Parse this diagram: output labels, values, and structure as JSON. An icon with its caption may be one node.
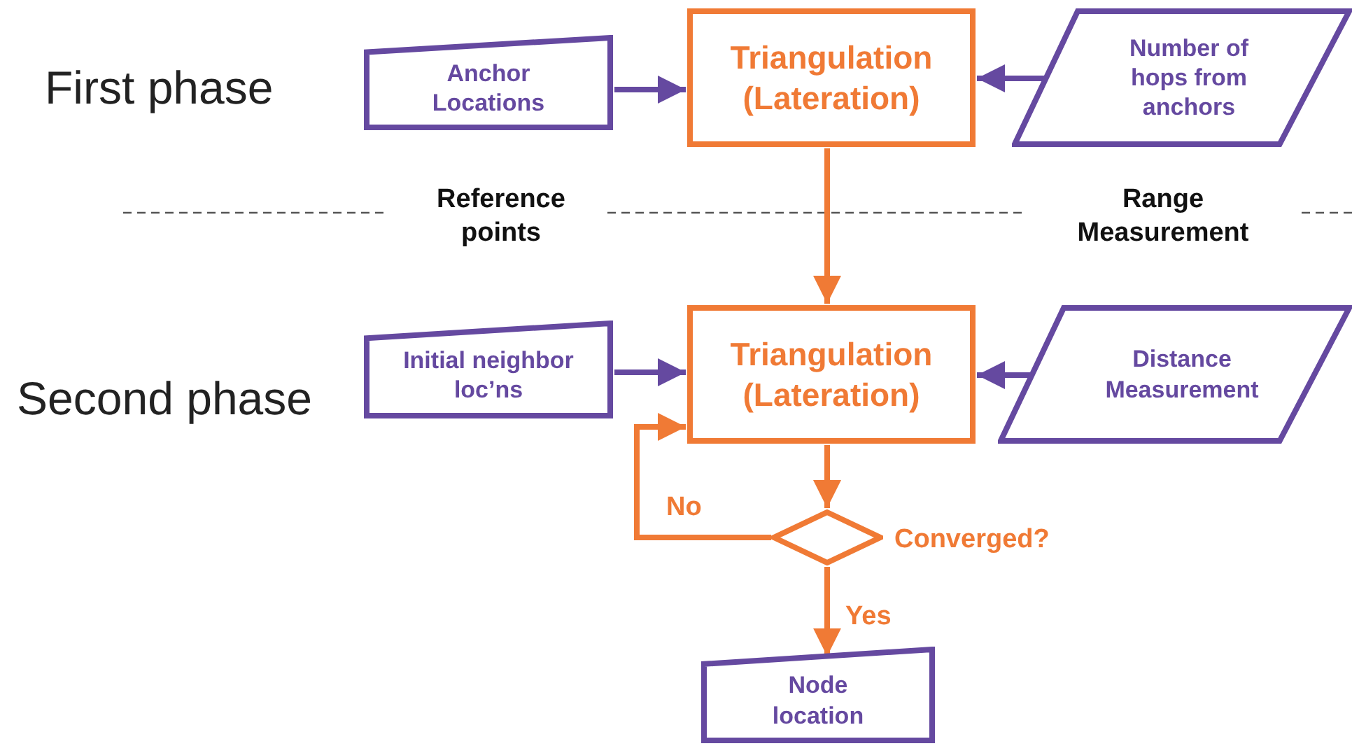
{
  "diagram": {
    "nodes": [
      {
        "text": [
          "Anchor Locations"
        ]
      },
      {
        "text": [
          "Triangulation (Lateration)"
        ]
      },
      {
        "text": [
          "Number of hops from anchors"
        ]
      },
      {
        "text": [
          "Initial neighbor loc’ns"
        ]
      },
      {
        "text": [
          "Triangulation (Lateration)"
        ]
      },
      {
        "text": [
          "Distance Measurement"
        ]
      },
      {
        "text": [],
        "shape": "diamond",
        "beside": [
          "Converged?"
        ]
      },
      {
        "text": [
          "Node location"
        ]
      }
    ],
    "edges": [
      {
        "from": 0,
        "to": 1,
        "arrow": "to"
      },
      {
        "from": 2,
        "to": 1,
        "arrow": "to"
      },
      {
        "from": 1,
        "to": 4,
        "arrow": "to",
        "color": "#f07a35"
      },
      {
        "from": 3,
        "to": 4,
        "arrow": "to"
      },
      {
        "from": 5,
        "to": 4,
        "arrow": "to"
      },
      {
        "from": 4,
        "to": 6,
        "arrow": "to",
        "color": "#f07a35"
      },
      {
        "from": 6,
        "to": 4,
        "arrow": "to",
        "label": "No",
        "color": "#f07a35"
      },
      {
        "from": 6,
        "to": 7,
        "arrow": "to",
        "label": "Yes",
        "color": "#f07a35"
      }
    ],
    "labels": [
      "First phase",
      "Reference points",
      "Range Measurement",
      "Second phase"
    ]
  }
}
